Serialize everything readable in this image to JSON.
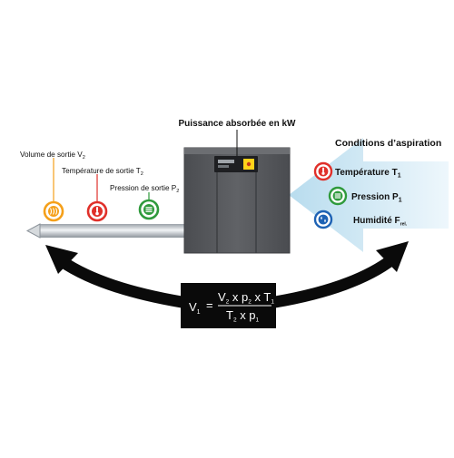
{
  "power": {
    "label": "Puissance absorbée en kW"
  },
  "outlet": {
    "volume": {
      "label": "Volume de sortie V",
      "sub": "2",
      "icon": "flow-icon",
      "color": "#f5a01a"
    },
    "temperature": {
      "label": "Température de sortie T",
      "sub": "2",
      "icon": "thermometer-icon",
      "color": "#e0302a"
    },
    "pressure": {
      "label": "Pression de sortie P",
      "sub": "2",
      "icon": "pressure-icon",
      "color": "#2f9a3c"
    }
  },
  "intake": {
    "title": "Conditions d’aspiration",
    "temperature": {
      "label": "Température T",
      "sub": "1",
      "icon": "thermometer-icon",
      "color": "#e0302a"
    },
    "pressure": {
      "label": "Pression P",
      "sub": "1",
      "icon": "pressure-icon",
      "color": "#2f9a3c"
    },
    "humidity": {
      "label": "Humidité F",
      "sub": "rel.",
      "icon": "humidity-icon",
      "color": "#1e62b4"
    }
  },
  "formula": {
    "lhs": "V",
    "lhs_sub": "1",
    "eq": "=",
    "num": [
      {
        "t": "V"
      },
      {
        "t": "2",
        "sub": true
      },
      {
        "t": " x p"
      },
      {
        "t": "2",
        "sub": true
      },
      {
        "t": " x T"
      },
      {
        "t": "1",
        "sub": true
      }
    ],
    "den": [
      {
        "t": "T"
      },
      {
        "t": "2",
        "sub": true
      },
      {
        "t": " x p"
      },
      {
        "t": "1",
        "sub": true
      }
    ]
  },
  "colors": {
    "cabinet": "#5a5c60",
    "arrow": "#0a0a0a",
    "intake_arrow": "#cfe8f4",
    "formula_bg": "#0a0a0a",
    "pipe": "#c8cdd2",
    "display": "#ffd21a"
  }
}
